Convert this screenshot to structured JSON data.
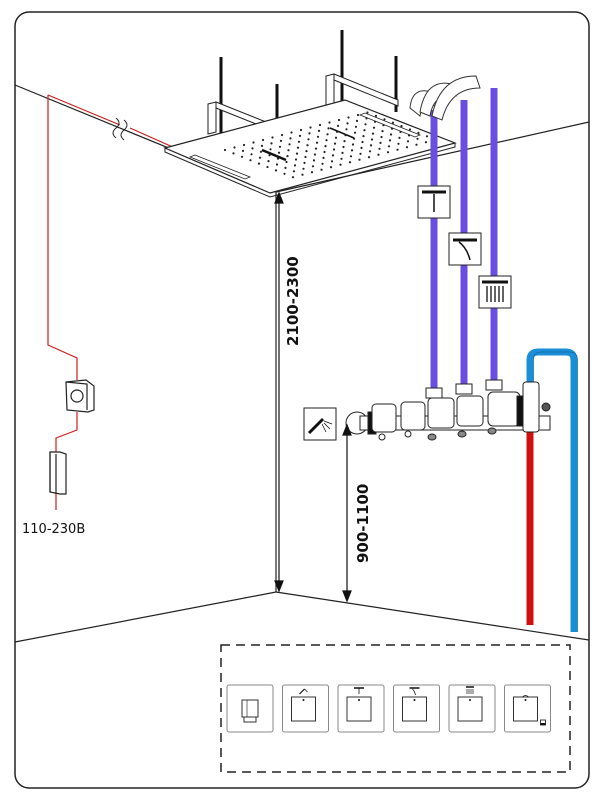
{
  "diagram": {
    "title": "Ceiling rain shower installation diagram",
    "dimensions": {
      "ceiling_height": "2100-2300",
      "valve_height": "900-1100"
    },
    "power_label": "110-230B",
    "colors": {
      "outline": "#1a1a1a",
      "frame": "#222222",
      "electric_wire": "#cc1f1f",
      "mixed_pipe": "#6a4ee0",
      "hot_pipe": "#d01010",
      "cold_pipe": "#1a8fd8",
      "dashed_panel": "#222222"
    },
    "outlets": [
      {
        "name": "rain",
        "icon": "rain-shower-icon"
      },
      {
        "name": "waterfall",
        "icon": "waterfall-icon"
      },
      {
        "name": "mist",
        "icon": "mist-shower-icon"
      }
    ],
    "handshower_icon": "hand-shower-icon",
    "control_panel": {
      "items": [
        {
          "name": "thermostat",
          "icon": "thermostat-knob-icon"
        },
        {
          "name": "hand-shower",
          "icon": "hand-shower-control-icon"
        },
        {
          "name": "rain",
          "icon": "rain-control-icon"
        },
        {
          "name": "waterfall",
          "icon": "waterfall-control-icon"
        },
        {
          "name": "mist",
          "icon": "mist-control-icon"
        },
        {
          "name": "light",
          "icon": "light-control-icon"
        }
      ]
    }
  }
}
